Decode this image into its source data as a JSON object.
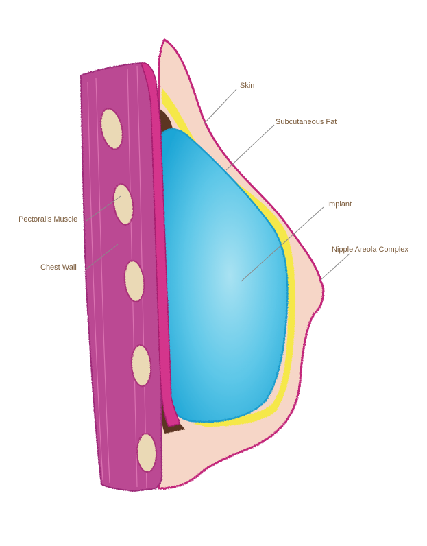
{
  "labels": {
    "skin": "Skin",
    "subcutaneous_fat": "Subcutaneous Fat",
    "implant": "Implant",
    "nipple_areola_complex": "Nipple Areola Complex",
    "pectoralis_muscle": "Pectoralis Muscle",
    "chest_wall": "Chest Wall"
  },
  "colors": {
    "skin_outline": "#c2267a",
    "breast_tissue": "#f6d6c7",
    "subcutaneous_fat": "#f5e84a",
    "implant": "#33b6dd",
    "chest_wall": "#b7438e",
    "pectoralis": "#d4348c",
    "rib": "#ead9b5",
    "dark_tissue": "#5b3422",
    "label_text": "#7a5a3a"
  }
}
